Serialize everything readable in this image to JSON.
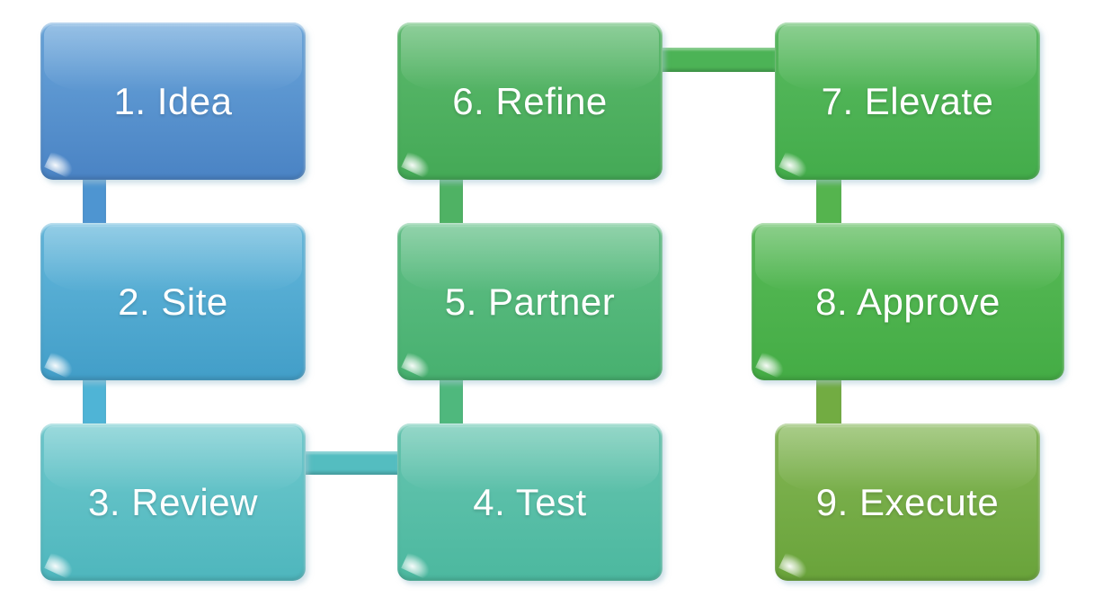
{
  "diagram": {
    "type": "process-flow",
    "background_color": "#ffffff",
    "text_color": "#ffffff",
    "nodes": [
      {
        "id": 1,
        "label": "1. Idea",
        "color_top": "#69A5DA",
        "color_bottom": "#4A83C4"
      },
      {
        "id": 2,
        "label": "2. Site",
        "color_top": "#64B7DB",
        "color_bottom": "#429EC8"
      },
      {
        "id": 3,
        "label": "3. Review",
        "color_top": "#6FC9CD",
        "color_bottom": "#4EB6BD"
      },
      {
        "id": 4,
        "label": "4. Test",
        "color_top": "#66C5B0",
        "color_bottom": "#4CB89F"
      },
      {
        "id": 5,
        "label": "5. Partner",
        "color_top": "#61BF86",
        "color_bottom": "#47B06F"
      },
      {
        "id": 6,
        "label": "6. Refine",
        "color_top": "#5CB96D",
        "color_bottom": "#44A956"
      },
      {
        "id": 7,
        "label": "7. Elevate",
        "color_top": "#59BA60",
        "color_bottom": "#43AC4A"
      },
      {
        "id": 8,
        "label": "8. Approve",
        "color_top": "#58BA57",
        "color_bottom": "#44AC45"
      },
      {
        "id": 9,
        "label": "9. Execute",
        "color_top": "#83B655",
        "color_bottom": "#69A33A"
      }
    ],
    "connectors": [
      {
        "from": 1,
        "to": 2,
        "orientation": "vertical",
        "color": "#4E95D1"
      },
      {
        "from": 2,
        "to": 3,
        "orientation": "vertical",
        "color": "#4FB4D6"
      },
      {
        "from": 3,
        "to": 4,
        "orientation": "horizontal",
        "color": "#54BDC0"
      },
      {
        "from": 4,
        "to": 5,
        "orientation": "vertical",
        "color": "#4FB87D"
      },
      {
        "from": 5,
        "to": 6,
        "orientation": "vertical",
        "color": "#4FB264"
      },
      {
        "from": 6,
        "to": 7,
        "orientation": "horizontal",
        "color": "#4CB356"
      },
      {
        "from": 7,
        "to": 8,
        "orientation": "vertical",
        "color": "#55B44E"
      },
      {
        "from": 8,
        "to": 9,
        "orientation": "vertical",
        "color": "#72AC42"
      }
    ]
  }
}
